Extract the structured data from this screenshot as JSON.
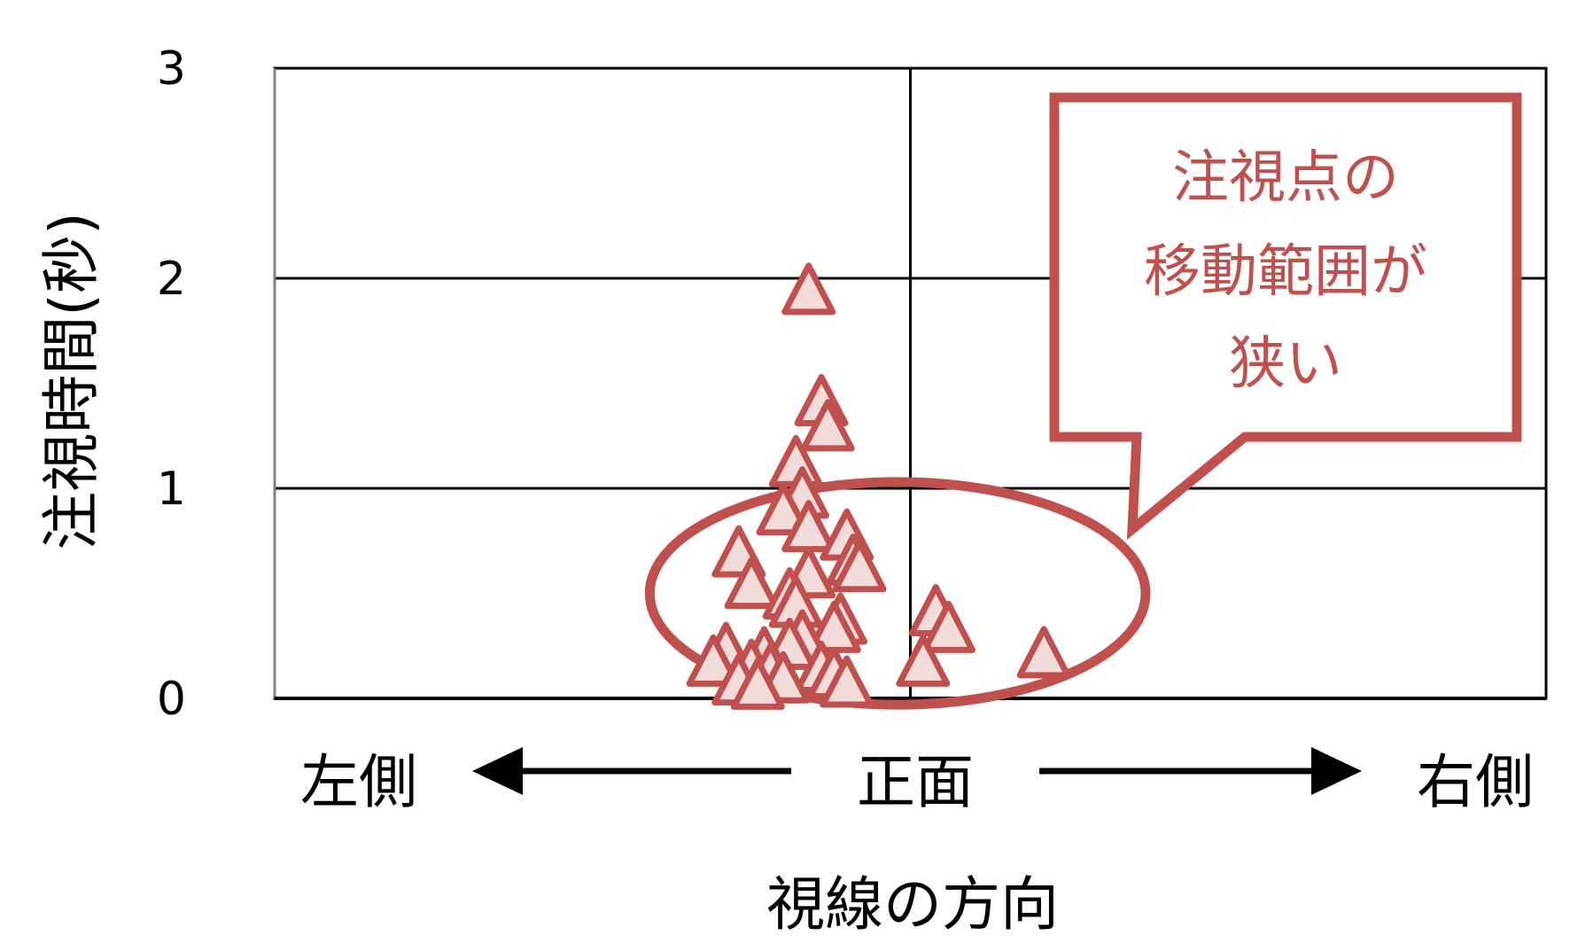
{
  "chart_data": {
    "type": "scatter",
    "title": "",
    "xlabel": "視線の方向",
    "ylabel": "注視時間(秒)",
    "ylim": [
      0,
      3
    ],
    "xlim": [
      -1,
      1
    ],
    "yticks": [
      "0",
      "1",
      "2",
      "3"
    ],
    "x_direction_labels": {
      "left": "左側",
      "center": "正面",
      "right": "右側"
    },
    "grid": true,
    "marker": "triangle",
    "marker_color": "#c0504d",
    "marker_fill": "#f2dcdb",
    "points": [
      {
        "x": -0.16,
        "y": 1.95
      },
      {
        "x": -0.14,
        "y": 1.42
      },
      {
        "x": -0.13,
        "y": 1.3
      },
      {
        "x": -0.18,
        "y": 1.13
      },
      {
        "x": -0.17,
        "y": 0.98
      },
      {
        "x": -0.2,
        "y": 0.9
      },
      {
        "x": -0.16,
        "y": 0.82
      },
      {
        "x": -0.1,
        "y": 0.78
      },
      {
        "x": -0.27,
        "y": 0.7
      },
      {
        "x": -0.09,
        "y": 0.66
      },
      {
        "x": -0.08,
        "y": 0.63
      },
      {
        "x": -0.16,
        "y": 0.6
      },
      {
        "x": -0.25,
        "y": 0.55
      },
      {
        "x": -0.19,
        "y": 0.5
      },
      {
        "x": -0.18,
        "y": 0.46
      },
      {
        "x": -0.11,
        "y": 0.38
      },
      {
        "x": -0.12,
        "y": 0.34
      },
      {
        "x": -0.17,
        "y": 0.3
      },
      {
        "x": -0.19,
        "y": 0.26
      },
      {
        "x": -0.29,
        "y": 0.24
      },
      {
        "x": -0.23,
        "y": 0.22
      },
      {
        "x": -0.31,
        "y": 0.18
      },
      {
        "x": -0.25,
        "y": 0.16
      },
      {
        "x": -0.22,
        "y": 0.14
      },
      {
        "x": -0.14,
        "y": 0.15
      },
      {
        "x": -0.12,
        "y": 0.12
      },
      {
        "x": -0.2,
        "y": 0.1
      },
      {
        "x": -0.27,
        "y": 0.09
      },
      {
        "x": -0.1,
        "y": 0.08
      },
      {
        "x": -0.24,
        "y": 0.07
      },
      {
        "x": 0.04,
        "y": 0.42
      },
      {
        "x": 0.06,
        "y": 0.34
      },
      {
        "x": 0.02,
        "y": 0.18
      },
      {
        "x": 0.21,
        "y": 0.22
      }
    ],
    "annotation": {
      "lines": [
        "注視点の",
        "移動範囲が",
        "狭い"
      ],
      "shape": "callout",
      "color": "#c0504d"
    },
    "highlight_ellipse": {
      "cx": -0.02,
      "cy": 0.5,
      "rx": 0.39,
      "ry": 0.53,
      "color": "#c0504d"
    }
  }
}
